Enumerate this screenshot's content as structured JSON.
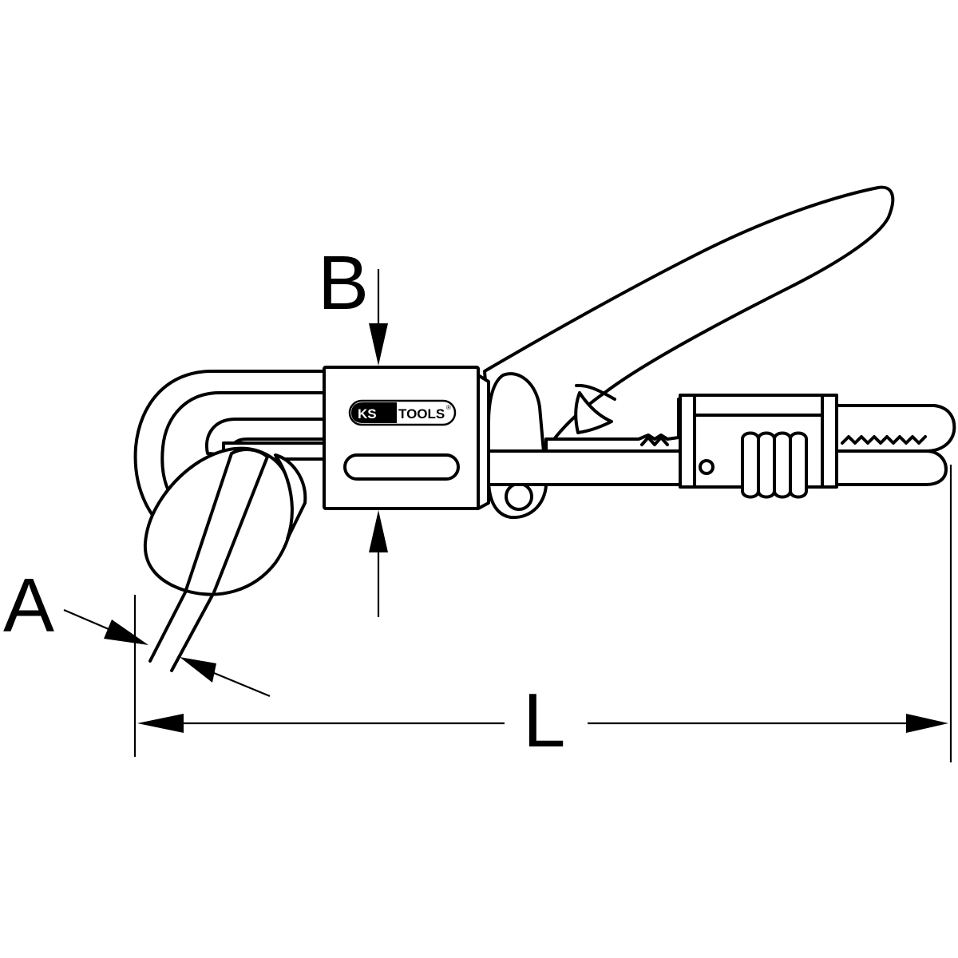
{
  "dimensions": {
    "a_label": "A",
    "b_label": "B",
    "l_label": "L"
  },
  "logo": {
    "brand_ks": "KS",
    "brand_tools": "TOOLS",
    "registered": "®"
  },
  "colors": {
    "line": "#000000",
    "background": "#ffffff"
  }
}
